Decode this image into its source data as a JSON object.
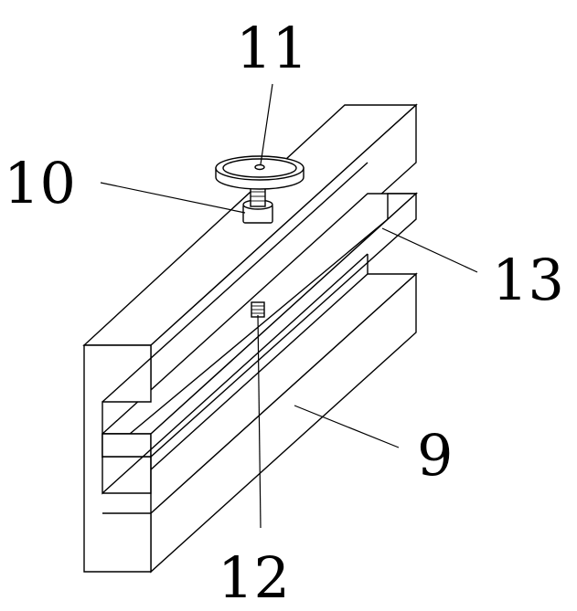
{
  "labels": {
    "part_11": "11",
    "part_10": "10",
    "part_13": "13",
    "part_9": "9",
    "part_12": "12"
  },
  "colors": {
    "stroke": "#000000",
    "background": "#ffffff"
  }
}
